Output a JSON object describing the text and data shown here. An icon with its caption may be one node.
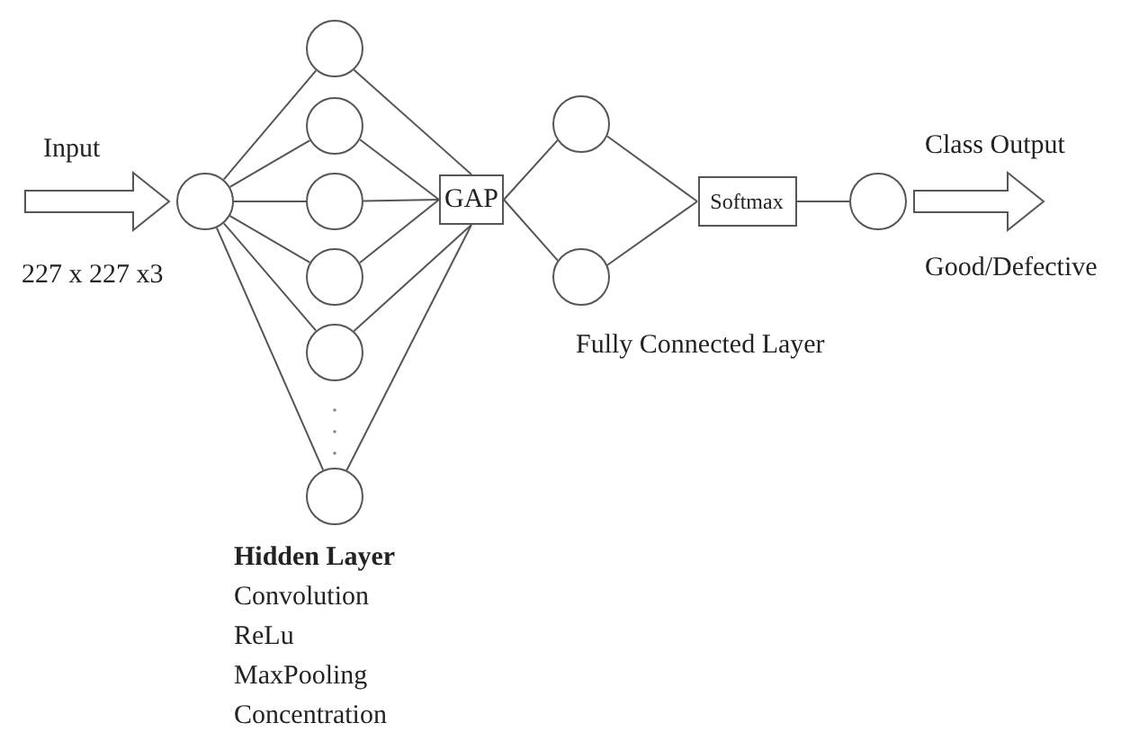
{
  "diagram": {
    "nodes": [
      {
        "text": [],
        "shape": "circle"
      },
      {
        "text": [],
        "shape": "circle"
      },
      {
        "text": [],
        "shape": "circle"
      },
      {
        "text": [],
        "shape": "circle"
      },
      {
        "text": [],
        "shape": "circle"
      },
      {
        "text": [],
        "shape": "circle"
      },
      {
        "text": [],
        "shape": "circle"
      },
      {
        "text": [
          "GAP"
        ]
      },
      {
        "text": [],
        "shape": "circle"
      },
      {
        "text": [],
        "shape": "circle"
      },
      {
        "text": [
          "Softmax"
        ]
      },
      {
        "text": [],
        "shape": "circle"
      }
    ],
    "edges": [
      {
        "from": null,
        "to": 0,
        "arrow": "to",
        "style": "thick"
      },
      {
        "from": 0,
        "to": 1,
        "arrow": "none"
      },
      {
        "from": 0,
        "to": 2,
        "arrow": "none"
      },
      {
        "from": 0,
        "to": 3,
        "arrow": "none"
      },
      {
        "from": 0,
        "to": 4,
        "arrow": "none"
      },
      {
        "from": 0,
        "to": 5,
        "arrow": "none"
      },
      {
        "from": 0,
        "to": 6,
        "arrow": "none"
      },
      {
        "from": 1,
        "to": 7,
        "arrow": "none"
      },
      {
        "from": 2,
        "to": 7,
        "arrow": "none"
      },
      {
        "from": 3,
        "to": 7,
        "arrow": "none"
      },
      {
        "from": 4,
        "to": 7,
        "arrow": "none"
      },
      {
        "from": 5,
        "to": 7,
        "arrow": "none"
      },
      {
        "from": 6,
        "to": 7,
        "arrow": "none"
      },
      {
        "from": 7,
        "to": 8,
        "arrow": "none"
      },
      {
        "from": 7,
        "to": 9,
        "arrow": "none"
      },
      {
        "from": 8,
        "to": 10,
        "arrow": "none"
      },
      {
        "from": 9,
        "to": 10,
        "arrow": "none"
      },
      {
        "from": 10,
        "to": 11,
        "arrow": "none"
      },
      {
        "from": 11,
        "to": null,
        "arrow": "to",
        "style": "thick"
      }
    ],
    "labels": [
      "Input",
      "227 x 227 x3",
      "Class Output",
      "Good/Defective",
      "Fully Connected Layer",
      "Hidden Layer",
      "Convolution",
      "ReLu",
      "MaxPooling",
      "Concentration"
    ]
  }
}
